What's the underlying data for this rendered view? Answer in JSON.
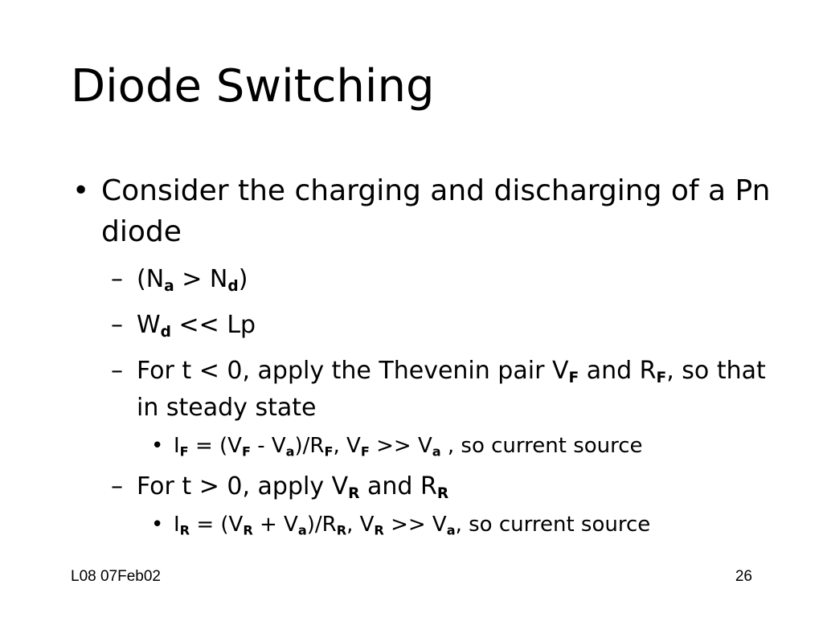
{
  "title": "Diode Switching",
  "bullets": {
    "level1_marker": "•",
    "level2_marker": "–",
    "level3_marker": "•",
    "consider": "Consider the charging and discharging of a Pn diode",
    "doping_open": "(N",
    "doping_na_sub": "a",
    "doping_gt": " > N",
    "doping_nd_sub": "d",
    "doping_close": ")",
    "width_w": "W",
    "width_sub": "d",
    "width_rest": " << Lp",
    "forward_text_1": "For t < 0, apply the Thevenin pair V",
    "forward_sub_1": "F",
    "forward_text_2": " and R",
    "forward_sub_2": "F",
    "forward_text_3": ", so that in steady state",
    "if_i": "I",
    "if_sub_1": "F",
    "if_t1": " = (V",
    "if_sub_2": "F",
    "if_t2": " - V",
    "if_sub_3": "a",
    "if_t3": ")/R",
    "if_sub_4": "F",
    "if_t4": ", V",
    "if_sub_5": "F",
    "if_t5": " >> V",
    "if_sub_6": "a",
    "if_t6": " , so current source",
    "reverse_text_1": "For t > 0, apply V",
    "reverse_sub_1": "R",
    "reverse_text_2": " and R",
    "reverse_sub_2": "R",
    "ir_i": "I",
    "ir_sub_1": "R",
    "ir_t1": " = (V",
    "ir_sub_2": "R",
    "ir_t2": " + V",
    "ir_sub_3": "a",
    "ir_t3": ")/R",
    "ir_sub_4": "R",
    "ir_t4": ", V",
    "ir_sub_5": "R",
    "ir_t5": " >> V",
    "ir_sub_6": "a",
    "ir_t6": ", so current source"
  },
  "footer": {
    "left": "L08 07Feb02",
    "right": "26"
  }
}
